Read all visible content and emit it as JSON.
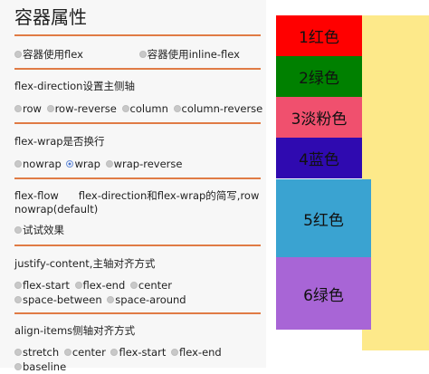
{
  "title": "容器属性",
  "display": {
    "options": [
      {
        "label": "容器使用flex",
        "checked": false
      },
      {
        "label": "容器使用inline-flex",
        "checked": false
      }
    ]
  },
  "flex_direction": {
    "label": "flex-direction设置主侧轴",
    "options": [
      {
        "label": "row",
        "checked": false
      },
      {
        "label": "row-reverse",
        "checked": false
      },
      {
        "label": "column",
        "checked": false
      },
      {
        "label": "column-reverse",
        "checked": false
      }
    ]
  },
  "flex_wrap": {
    "label": "flex-wrap是否换行",
    "options": [
      {
        "label": "nowrap",
        "checked": false
      },
      {
        "label": "wrap",
        "checked": true
      },
      {
        "label": "wrap-reverse",
        "checked": false
      }
    ]
  },
  "flex_flow": {
    "label_name": "flex-flow",
    "label_desc": "flex-direction和flex-wrap的简写,row",
    "label_desc2": "nowrap(default)",
    "options": [
      {
        "label": "试试效果",
        "checked": false
      }
    ]
  },
  "justify_content": {
    "label": "justify-content,主轴对齐方式",
    "options": [
      {
        "label": "flex-start",
        "checked": false
      },
      {
        "label": "flex-end",
        "checked": false
      },
      {
        "label": "center",
        "checked": false
      },
      {
        "label": "space-between",
        "checked": false
      },
      {
        "label": "space-around",
        "checked": false
      }
    ]
  },
  "align_items": {
    "label": "align-items侧轴对齐方式",
    "options": [
      {
        "label": "stretch",
        "checked": false
      },
      {
        "label": "center",
        "checked": false
      },
      {
        "label": "flex-start",
        "checked": false
      },
      {
        "label": "flex-end",
        "checked": false
      },
      {
        "label": "baseline",
        "checked": false
      }
    ]
  },
  "items": [
    {
      "label": "1红色",
      "color": "#ff0000"
    },
    {
      "label": "2绿色",
      "color": "#008000"
    },
    {
      "label": "3淡粉色",
      "color": "#f0506e"
    },
    {
      "label": "4蓝色",
      "color": "#2f0ab0"
    },
    {
      "label": "5红色",
      "color": "#3aa3d1"
    },
    {
      "label": "6绿色",
      "color": "#a865d6"
    }
  ],
  "colors": {
    "container": "#fde98a",
    "rule": "#e07b45"
  }
}
